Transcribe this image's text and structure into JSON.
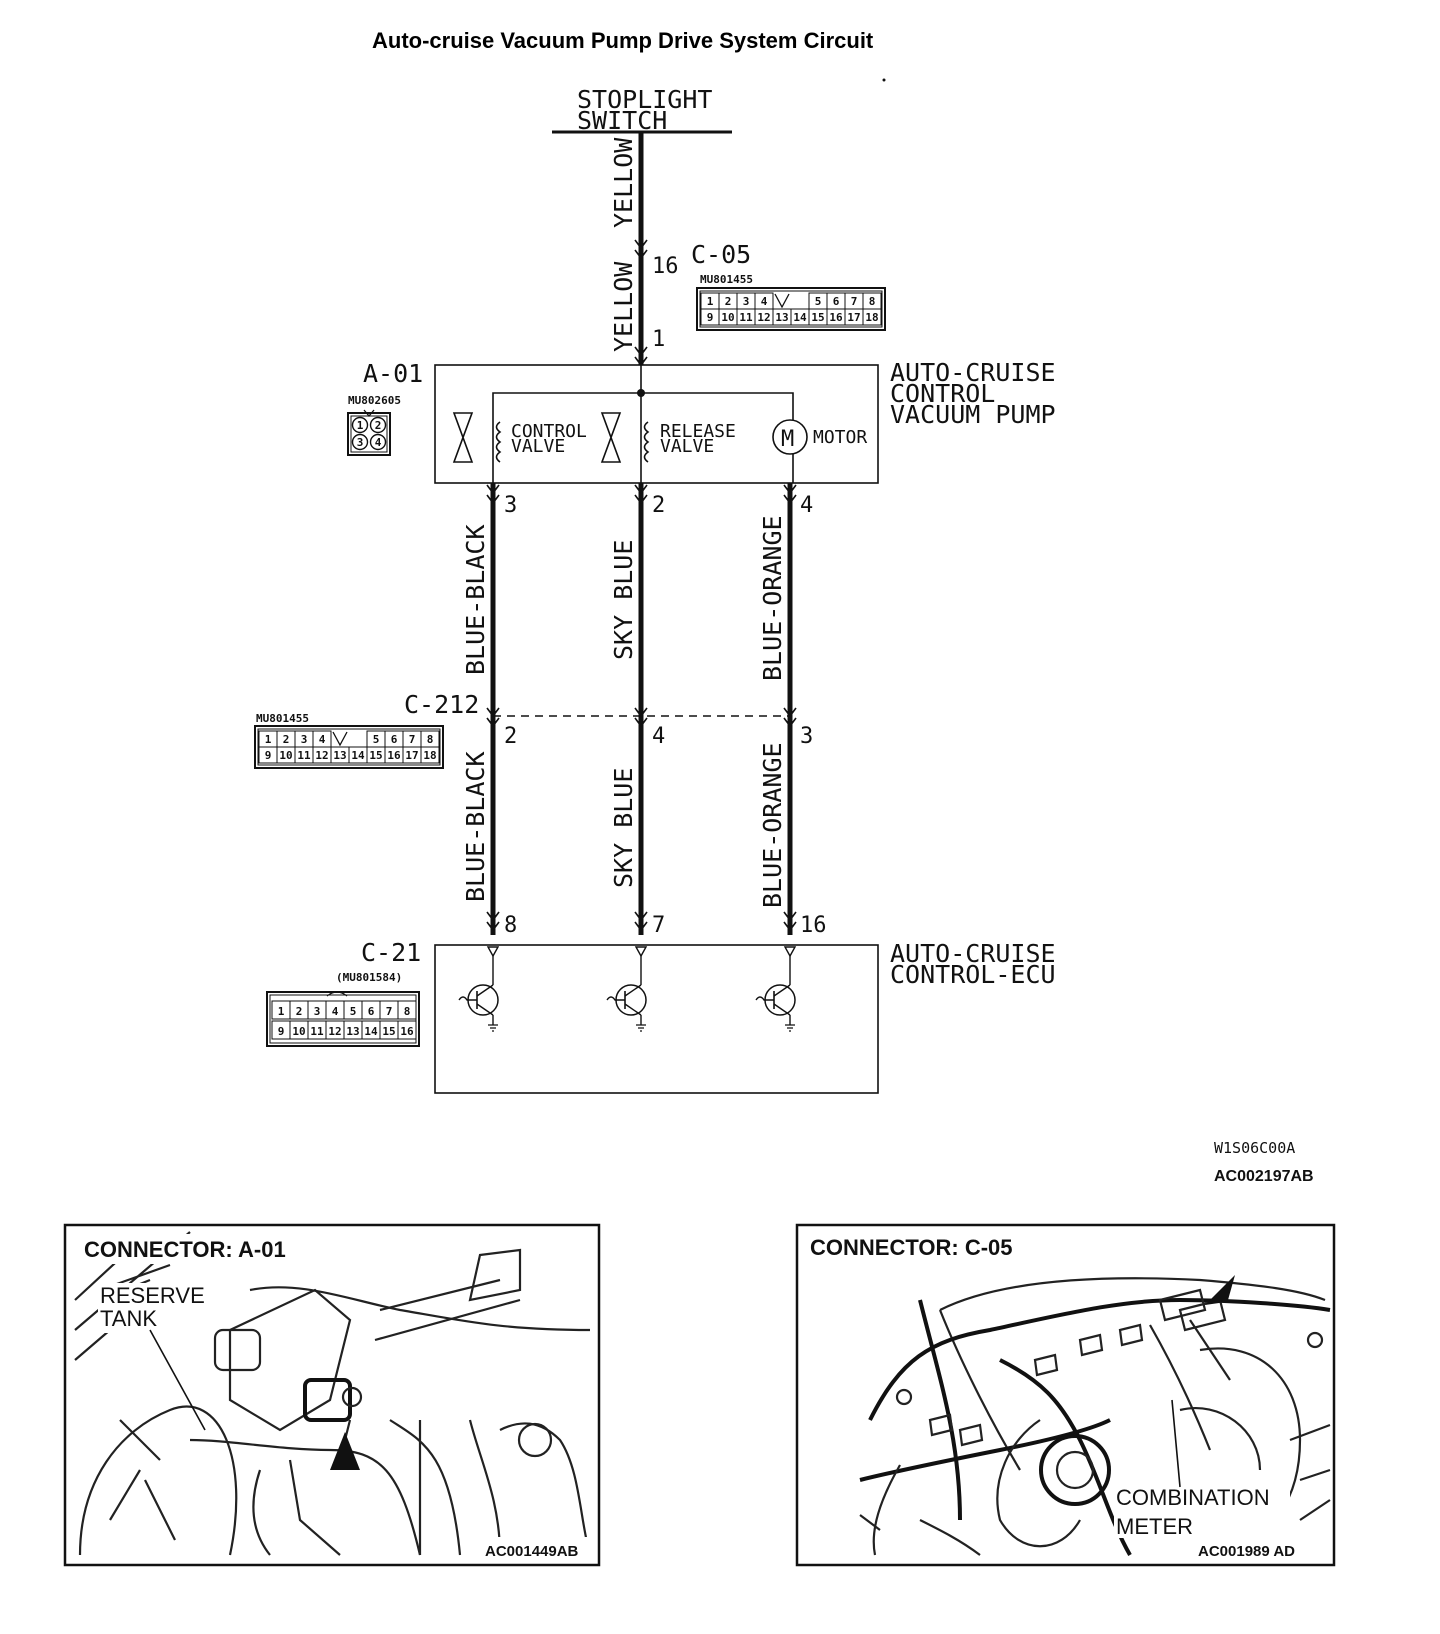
{
  "title": "Auto-cruise Vacuum Pump Drive System Circuit",
  "components": {
    "stoplight_switch": [
      "STOPLIGHT",
      "SWITCH"
    ],
    "pump": [
      "AUTO-CRUISE",
      "CONTROL",
      "VACUUM PUMP"
    ],
    "ecu": [
      "AUTO-CRUISE",
      "CONTROL-ECU"
    ],
    "control_valve": [
      "CONTROL",
      "VALVE"
    ],
    "release_valve": [
      "RELEASE",
      "VALVE"
    ],
    "motor": "MOTOR",
    "motor_symbol": "M"
  },
  "connectors": {
    "c05": {
      "name": "C-05",
      "part": "MU801455",
      "pins_row1": [
        "1",
        "2",
        "3",
        "4",
        "5",
        "6",
        "7",
        "8"
      ],
      "pins_row2": [
        "9",
        "10",
        "11",
        "12",
        "13",
        "14",
        "15",
        "16",
        "17",
        "18"
      ]
    },
    "a01": {
      "name": "A-01",
      "part": "MU802605",
      "pins": [
        "1",
        "2",
        "3",
        "4"
      ]
    },
    "c212": {
      "name": "C-212",
      "part": "MU801455",
      "pins_row1": [
        "1",
        "2",
        "3",
        "4",
        "5",
        "6",
        "7",
        "8"
      ],
      "pins_row2": [
        "9",
        "10",
        "11",
        "12",
        "13",
        "14",
        "15",
        "16",
        "17",
        "18"
      ]
    },
    "c21": {
      "name": "C-21",
      "part": "(MU801584)",
      "pins_row1": [
        "1",
        "2",
        "3",
        "4",
        "5",
        "6",
        "7",
        "8"
      ],
      "pins_row2": [
        "9",
        "10",
        "11",
        "12",
        "13",
        "14",
        "15",
        "16"
      ]
    }
  },
  "wires": {
    "yellow_upper": "YELLOW",
    "yellow_lower": "YELLOW",
    "left_upper": "BLUE-BLACK",
    "mid_upper": "SKY BLUE",
    "right_upper": "BLUE-ORANGE",
    "left_lower": "BLUE-BLACK",
    "mid_lower": "SKY BLUE",
    "right_lower": "BLUE-ORANGE"
  },
  "pins": {
    "yellow_c05": "16",
    "yellow_a01": "1",
    "pump_left": "3",
    "pump_mid": "2",
    "pump_right": "4",
    "c212_left": "2",
    "c212_mid": "4",
    "c212_right": "3",
    "ecu_left": "8",
    "ecu_mid": "7",
    "ecu_right": "16"
  },
  "figure_codes": [
    "W1S06C00A",
    "AC002197AB"
  ],
  "photos": {
    "left": {
      "title": "CONNECTOR: A-01",
      "label": [
        "RESERVE",
        "TANK"
      ],
      "code": "AC001449AB"
    },
    "right": {
      "title": "CONNECTOR: C-05",
      "label": [
        "COMBINATION",
        "METER"
      ],
      "code": "AC001989 AD"
    }
  }
}
